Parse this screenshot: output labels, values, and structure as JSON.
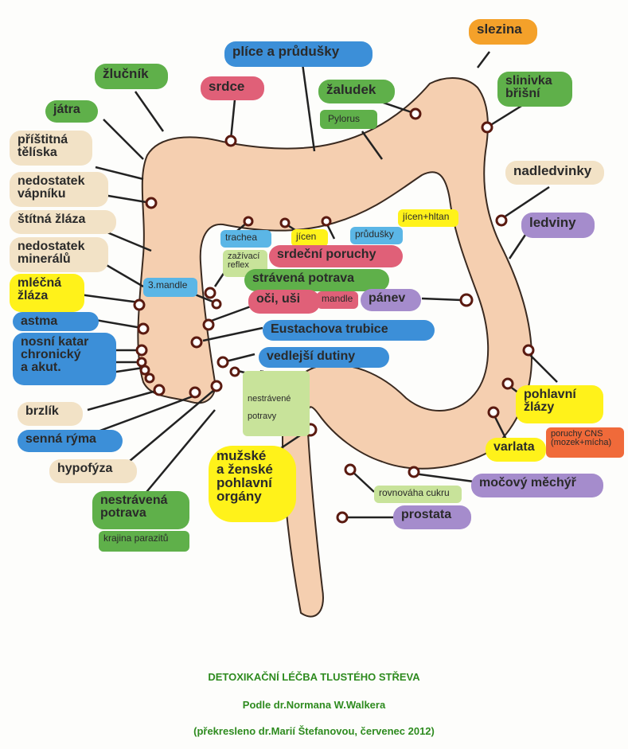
{
  "labels": {
    "slezina": "slezina",
    "plice": "plíce a průdušky",
    "zlucnik": "žlučník",
    "srdce": "srdce",
    "zaludek": "žaludek",
    "pylorus": "Pylorus",
    "slinivka": "slinivka\nbřišní",
    "jatra": "játra",
    "pristitna": "příštitná\ntělíska",
    "nadledvinky": "nadledvinky",
    "vapnik": "nedostatek\nvápníku",
    "jicen_hltan": "jícen+hltan",
    "stitna": "štítná žláza",
    "ledviny": "ledviny",
    "mineraly": "nedostatek\nminerálů",
    "trachea": "trachea",
    "jicen": "jícen",
    "prudusky": "průdušky",
    "zazivaci": "zažívací\nreflex",
    "srdecni": "srdeční poruchy",
    "mandle3": "3.mandle",
    "stravena": "strávená potrava",
    "mlecna": "mléčná\nžláza",
    "oci": "oči, uši",
    "mandle": "mandle",
    "panev": "pánev",
    "astma": "astma",
    "eustachova": "Eustachova trubice",
    "katar": "nosní katar\nchronický\na akut.",
    "dutiny": "vedlejší dutiny",
    "reflex": "reflex",
    "nestravene_pot": "nestrávené\n\npotravy",
    "brzlik": "brzlík",
    "pohlavni_zlazy": "pohlavní\nžlázy",
    "cns": "poruchy CNS\n(mozek+mícha)",
    "senna": "senná rýma",
    "varlata": "varlata",
    "hypofyza": "hypofýza",
    "muzske": "mužské\na ženské\npohlavní\norgány",
    "rovnovaha": "rovnováha cukru",
    "mocovy": "močový měchýř",
    "nestravena": "nestrávená\npotrava",
    "prostata": "prostata",
    "parazitu": "krajina parazitů"
  },
  "colors": {
    "colon": "#f5cfb0",
    "green": "#5fb04a",
    "light_green": "#c8e39a",
    "yellow": "#fff21a",
    "blue": "#3c8fd8",
    "light_blue": "#5bb6e6",
    "pink": "#e06078",
    "purple": "#a58ccc",
    "beige": "#f2e2c6",
    "orange": "#f4a12a",
    "red_orange": "#f06a3a"
  },
  "footer": {
    "title": "DETOXIKAČNÍ LÉČBA TLUSTÉHO STŘEVA",
    "author": "Podle dr.Normana W.Walkera",
    "credit": "(překresleno dr.Marií Štefanovou, červenec 2012)"
  }
}
